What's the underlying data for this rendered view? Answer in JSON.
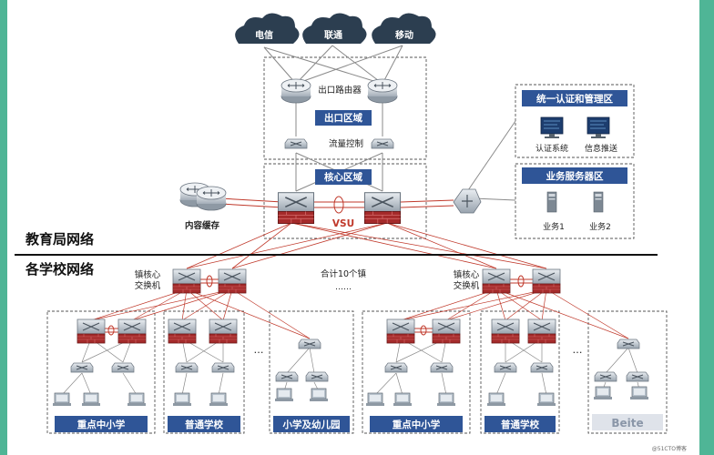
{
  "clouds": {
    "telecom": "电信",
    "unicom": "联通",
    "mobile": "移动"
  },
  "egress": {
    "router_label": "出口路由器",
    "zone_title": "出口区域",
    "flow_label": "流量控制"
  },
  "core": {
    "zone_title": "核心区域",
    "vsu": "VSU"
  },
  "cache": {
    "label": "内容缓存"
  },
  "auth_zone": {
    "title": "统一认证和管理区",
    "auth_system": "认证系统",
    "info_push": "信息推送"
  },
  "business_zone": {
    "title": "业务服务器区",
    "server1": "业务1",
    "server2": "业务2"
  },
  "sections": {
    "bureau": "教育局网络",
    "schools": "各学校网络"
  },
  "town": {
    "left_label_line1": "镇核心",
    "left_label_line2": "交换机",
    "right_label_line1": "镇核心",
    "right_label_line2": "交换机",
    "total": "合计10个镇",
    "dots": "……"
  },
  "schools": {
    "s1": "重点中小学",
    "s2": "普通学校",
    "s3": "小学及幼儿园",
    "s4": "重点中小学",
    "s5": "普通学校",
    "s6": "Beite",
    "ellipsis": "…"
  },
  "watermark": "@51CTO博客",
  "colors": {
    "background": "#4fb596",
    "canvas": "#ffffff",
    "label_box": "#2f5597",
    "link_red": "#c0392b",
    "link_gray": "#8a8a8a",
    "cloud": "#2c3e50",
    "firewall": "#a52a2a"
  }
}
